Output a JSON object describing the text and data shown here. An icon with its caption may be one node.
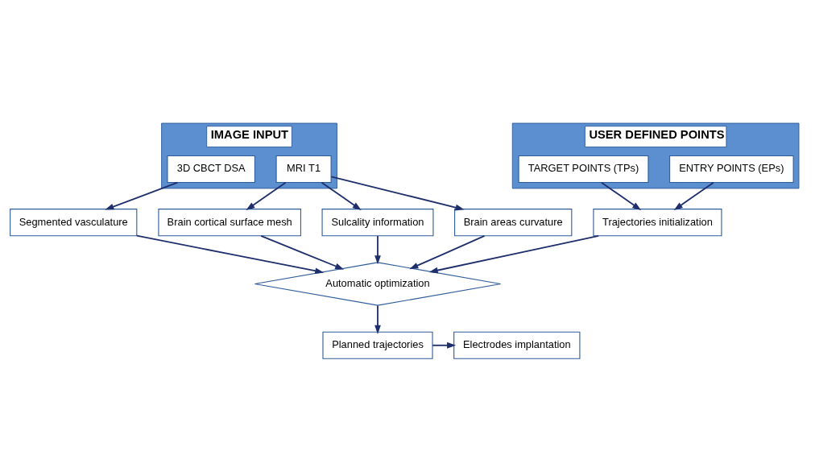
{
  "diagram": {
    "nodes": [
      {
        "text": [
          "IMAGE INPUT"
        ]
      },
      {
        "text": [
          "3D CBCT DSA"
        ],
        "in": 0
      },
      {
        "text": [
          "MRI T1"
        ],
        "in": 0
      },
      {
        "text": [
          "USER DEFINED POINTS"
        ]
      },
      {
        "text": [
          "ENTRY POINTS (EPs)"
        ],
        "in": 3
      },
      {
        "text": [
          "TARGET POINTS (TPs)"
        ],
        "in": 3
      },
      {
        "text": [
          "Brain cortical surface mesh"
        ]
      },
      {
        "text": [
          "Sulcality information"
        ]
      },
      {
        "text": [
          "Brain areas curvature"
        ]
      },
      {
        "text": [
          "Segmented vasculature"
        ]
      },
      {
        "text": [
          "Trajectories initialization"
        ]
      },
      {
        "text": [
          "Automatic optimization"
        ]
      },
      {
        "text": [
          "Planned trajectories"
        ]
      },
      {
        "text": [
          "Electrodes implantation"
        ]
      }
    ],
    "edges": [
      {
        "from": 2,
        "to": 6,
        "arrow": "to"
      },
      {
        "from": 2,
        "to": 7,
        "arrow": "to"
      },
      {
        "from": 2,
        "to": 8,
        "arrow": "to"
      },
      {
        "from": 1,
        "to": 9,
        "arrow": "to"
      },
      {
        "from": 6,
        "to": 11,
        "arrow": "to"
      },
      {
        "from": 7,
        "to": 11,
        "arrow": "to"
      },
      {
        "from": 8,
        "to": 11,
        "arrow": "to"
      },
      {
        "from": 9,
        "to": 11,
        "arrow": "to"
      },
      {
        "from": 4,
        "to": 10,
        "arrow": "to"
      },
      {
        "from": 5,
        "to": 10,
        "arrow": "to"
      },
      {
        "from": 10,
        "to": 11,
        "arrow": "to"
      },
      {
        "from": 11,
        "to": 12,
        "arrow": "to"
      },
      {
        "from": 12,
        "to": 13,
        "arrow": "to"
      }
    ]
  }
}
